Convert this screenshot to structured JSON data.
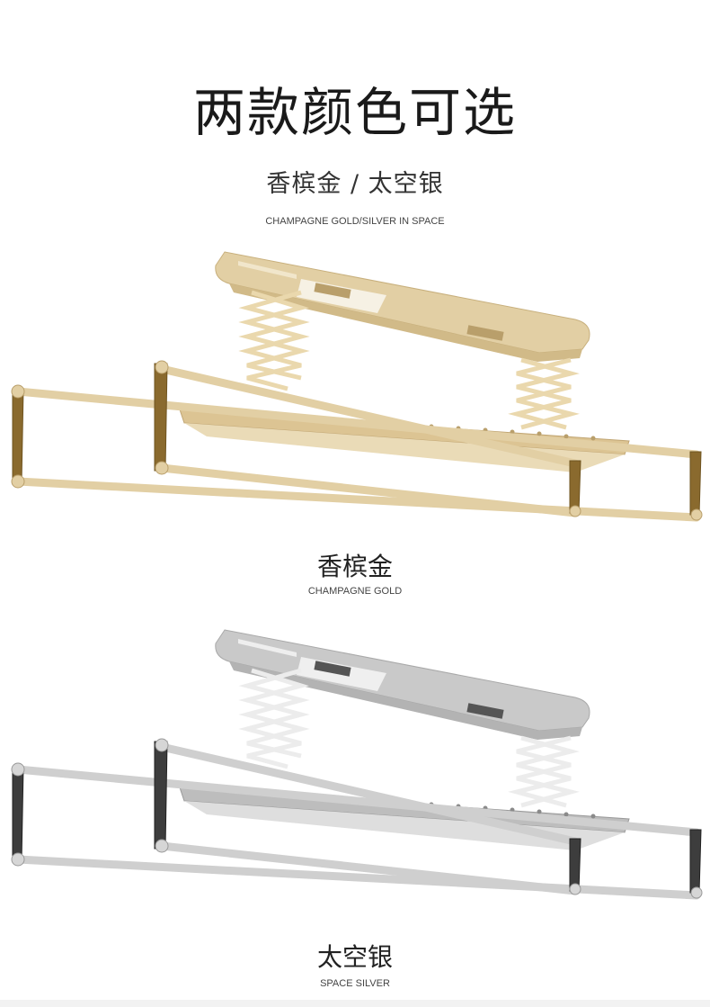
{
  "heading": "两款颜色可选",
  "subheading": "香槟金 / 太空银",
  "subheading_en": "CHAMPAGNE GOLD/SILVER IN SPACE",
  "variants": [
    {
      "name": "香槟金",
      "name_en": "CHAMPAGNE GOLD",
      "colors": {
        "main": "#e2cfa4",
        "light": "#f1e6cb",
        "dark": "#b99f6b",
        "metal": "#8a6a2e"
      }
    },
    {
      "name": "太空银",
      "name_en": "SPACE SILVER",
      "colors": {
        "main": "#c9c9c9",
        "light": "#e9e9e9",
        "dark": "#9a9a9a",
        "metal": "#3d3d3d"
      }
    }
  ]
}
